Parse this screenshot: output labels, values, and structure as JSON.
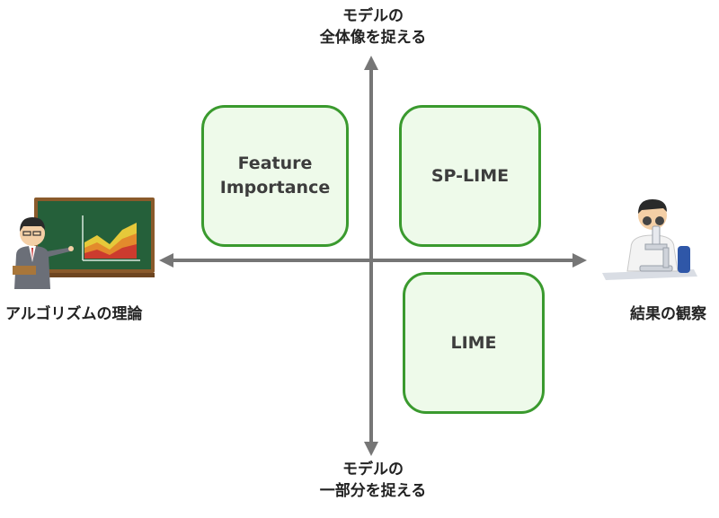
{
  "axes": {
    "top_label": [
      "モデルの",
      "全体像を捉える"
    ],
    "bottom_label": [
      "モデルの",
      "一部分を捉える"
    ],
    "left_label": "アルゴリズムの理論",
    "right_label": "結果の観察"
  },
  "quadrants": {
    "top_left": [
      "Feature",
      "Importance"
    ],
    "top_right": "SP-LIME",
    "bottom_right": "LIME"
  },
  "colors": {
    "axis": "#767676",
    "box_border": "#3a9a2e",
    "box_fill": "#eefaea",
    "chalkboard": "#25603a"
  },
  "illustrations": {
    "left": "teacher-at-chalkboard-illustration",
    "right": "scientist-with-microscope-illustration"
  }
}
